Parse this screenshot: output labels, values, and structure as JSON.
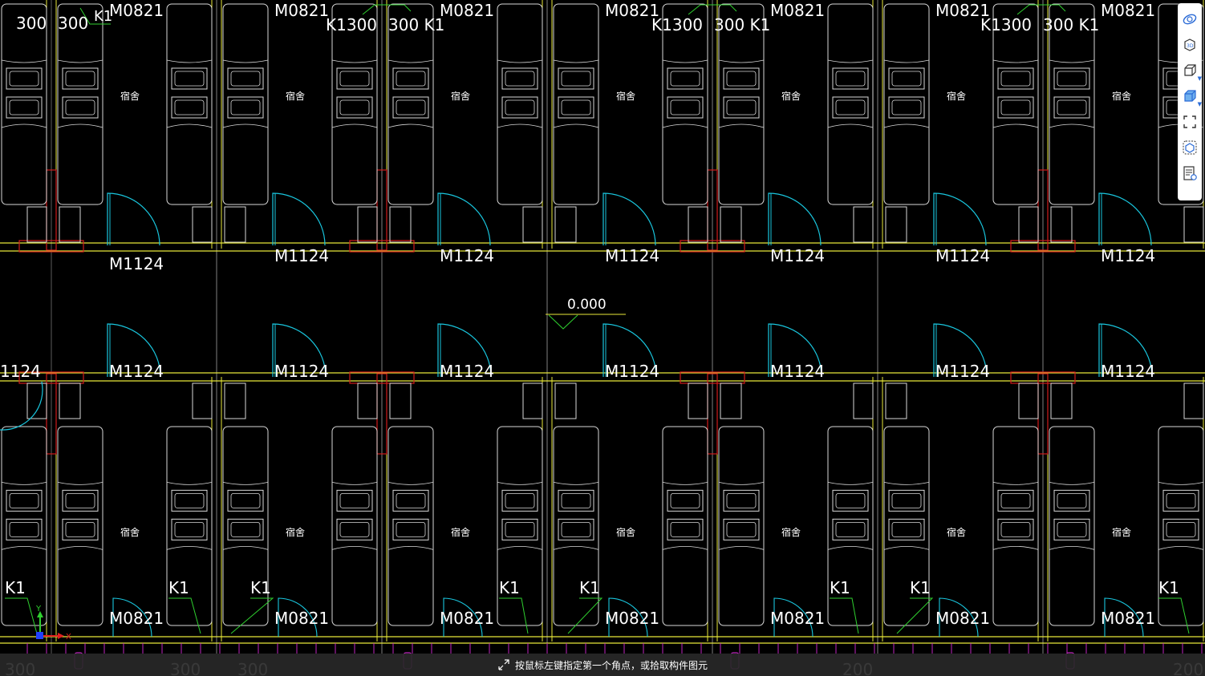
{
  "app": {
    "status_text": "按鼠标左键指定第一个角点，或拾取构件图元"
  },
  "toolbar": {
    "buttons": [
      {
        "icon": "orbit-icon"
      },
      {
        "icon": "view-3d-icon",
        "label": "3D"
      },
      {
        "icon": "cube-wire-icon",
        "has_dropdown": true
      },
      {
        "icon": "cube-solid-icon",
        "has_dropdown": true
      },
      {
        "icon": "fullscreen-icon"
      },
      {
        "icon": "component-view-icon"
      },
      {
        "icon": "property-list-icon"
      }
    ]
  },
  "drawing": {
    "elevation_mark": "0.000",
    "room_label": "宿舍",
    "door_large": "M1124",
    "door_small": "M0821",
    "window_tag": "K1",
    "dim_300": "300",
    "k1300": "K1300",
    "dim_300_k1": "300 K1",
    "left_m1124_partial": "1124",
    "bottom_dim_200": "200",
    "axis_x": "X",
    "axis_y": "Y"
  },
  "colors": {
    "background": "#000000",
    "wall_yellow": "#e8e83a",
    "column_red": "#d01c1c",
    "door_arc_cyan": "#19c6de",
    "furniture_white": "#d8d8d8",
    "tag_green": "#2fd02f",
    "pipe_magenta": "#c026c0",
    "accent_blue": "#2b6bd6"
  }
}
